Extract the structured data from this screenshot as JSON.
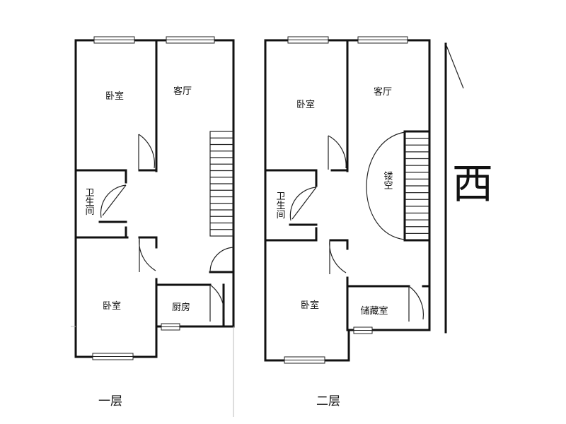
{
  "floor1": {
    "label": "一层",
    "rooms": {
      "bedroom_top": "卧室",
      "living": "客厅",
      "bath": "卫生间",
      "bedroom_bottom": "卧室",
      "kitchen": "厨房"
    }
  },
  "floor2": {
    "label": "二层",
    "rooms": {
      "bedroom_top": "卧室",
      "living": "客厅",
      "bath": "卫生间",
      "void": "镂空",
      "bedroom_bottom": "卧室",
      "storage": "储藏室"
    }
  },
  "compass": {
    "label": "西"
  }
}
